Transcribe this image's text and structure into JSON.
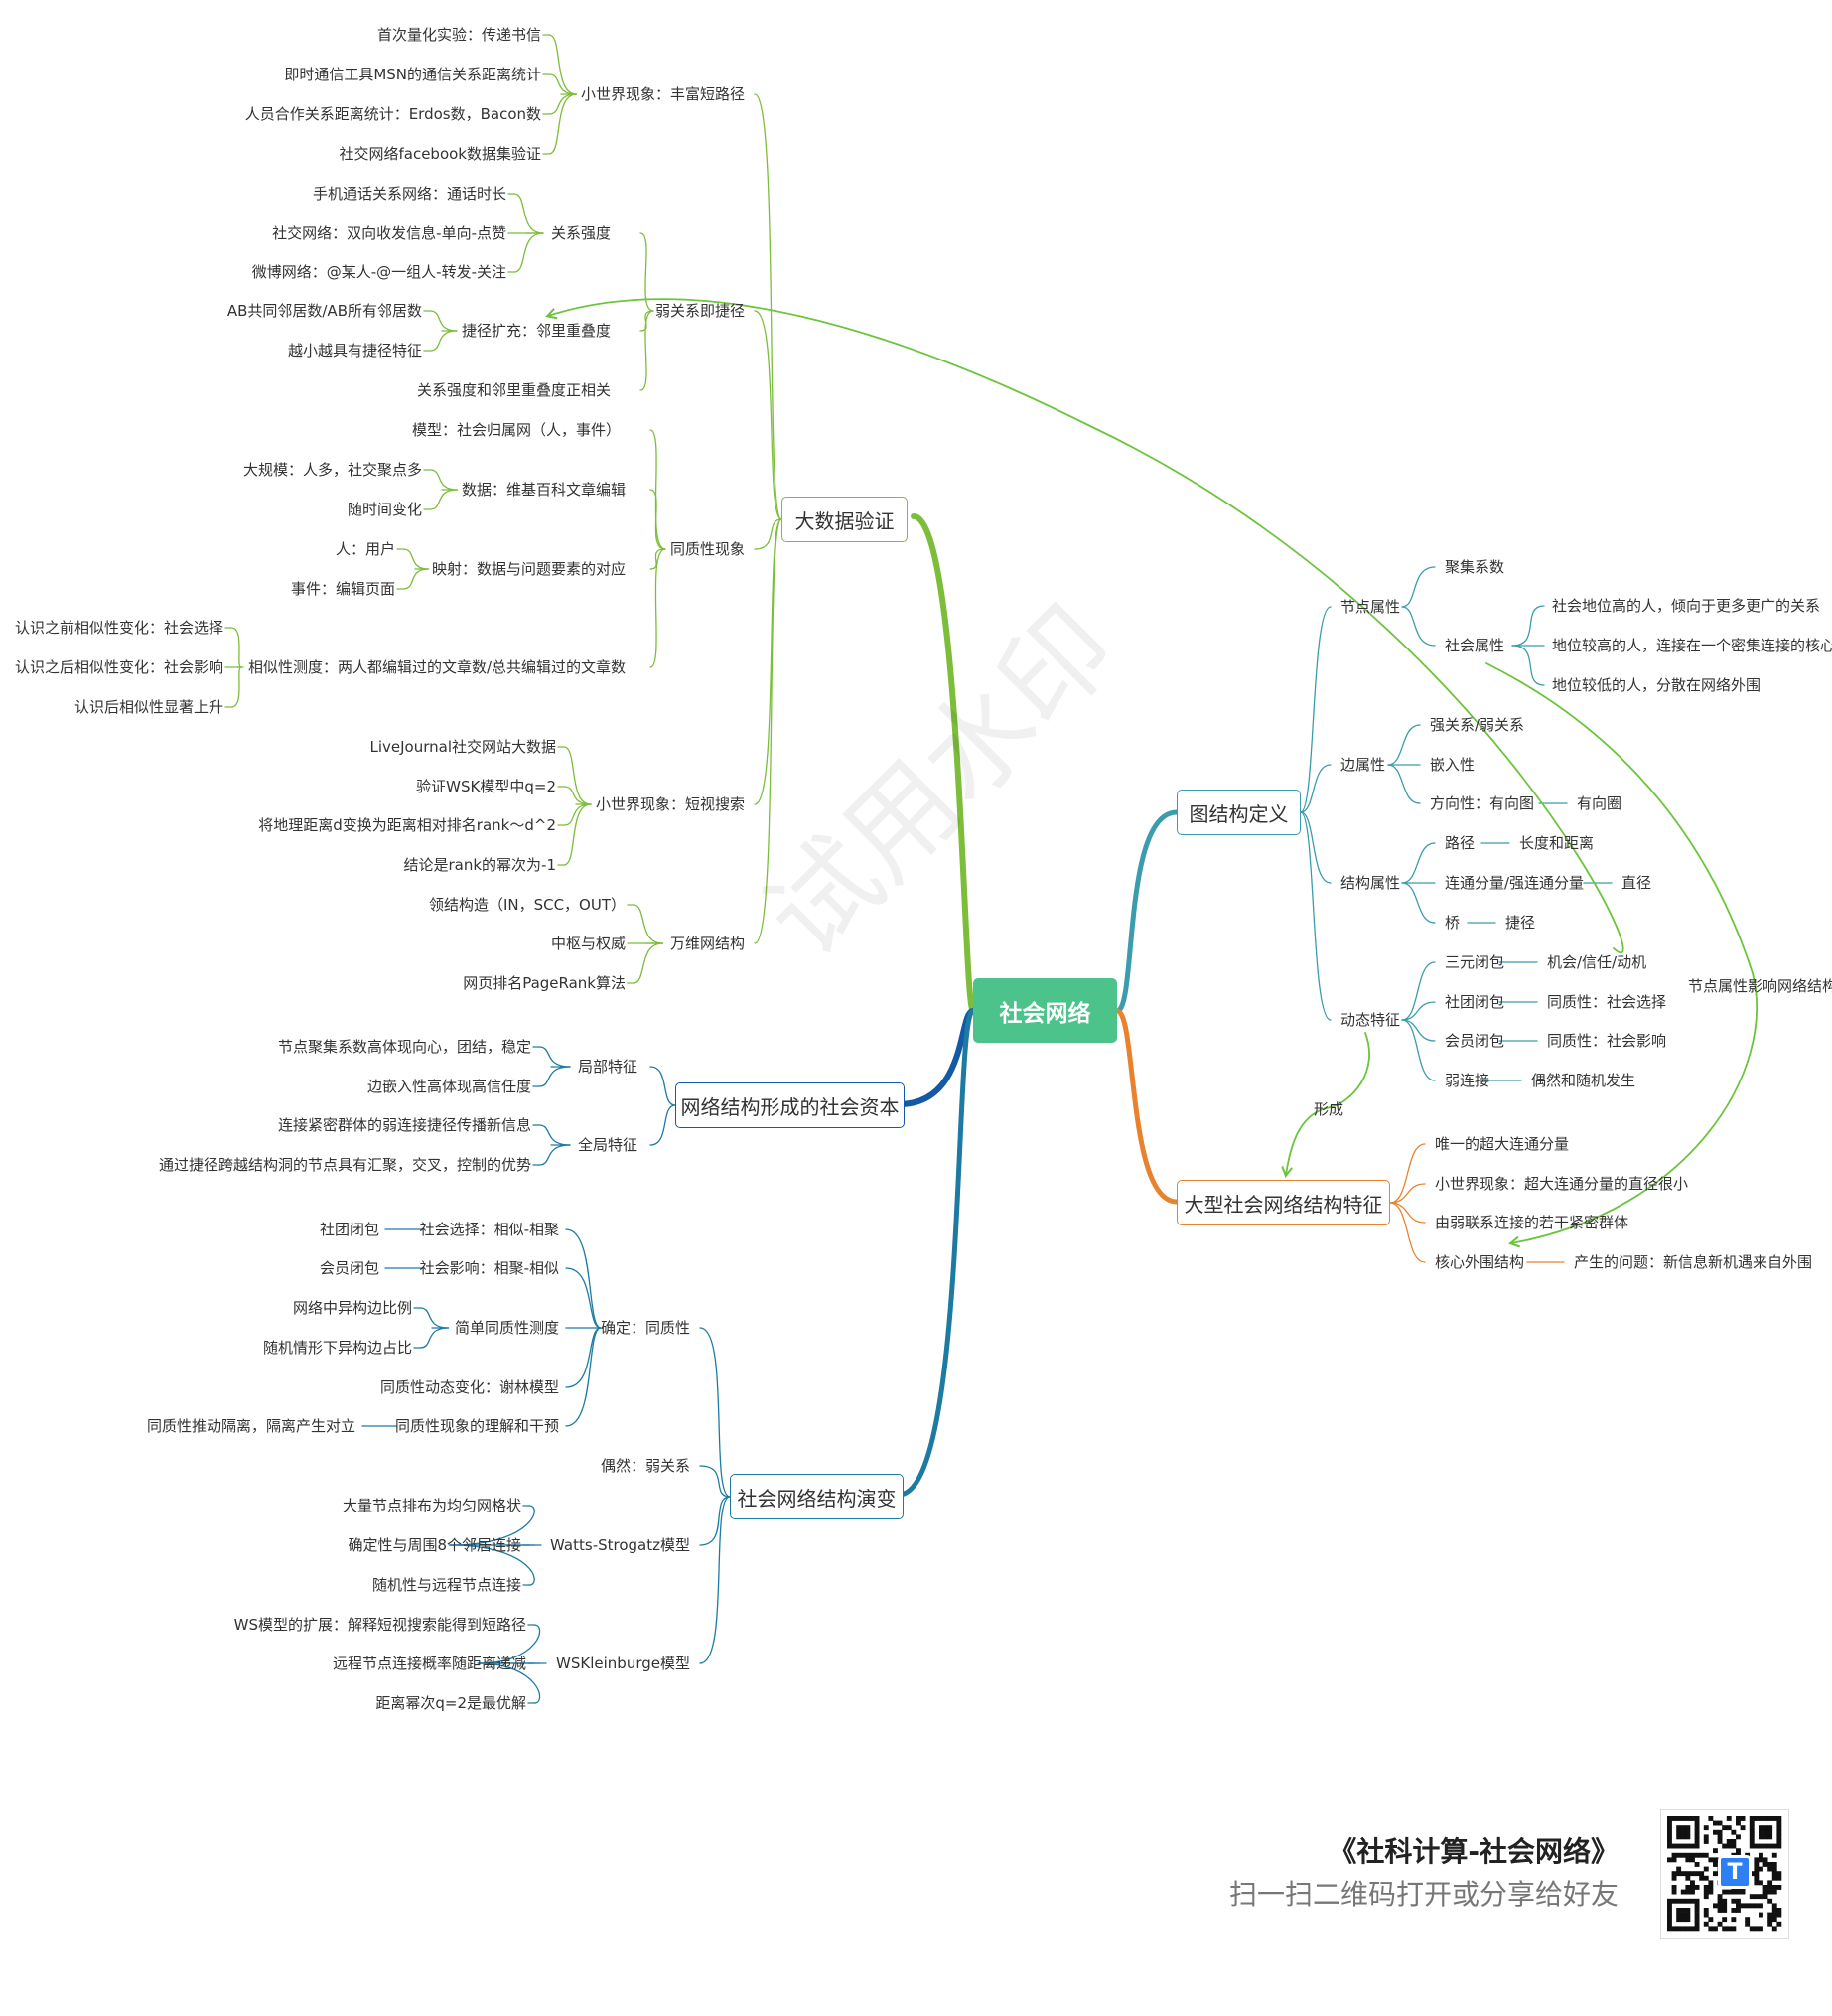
{
  "root": "社会网络",
  "watermark": "试用水印",
  "colors": {
    "green": "#7cbd3a",
    "teal": "#3a9cac",
    "orange": "#e8822c",
    "blue": "#1359a6",
    "blue2": "#1d7ba3",
    "arrow": "#6cc43c"
  },
  "branches": {
    "bigdata": {
      "label": "大数据验证",
      "small_world_rich": {
        "label": "小世界现象：丰富短路径",
        "items": [
          "首次量化实验：传递书信",
          "即时通信工具MSN的通信关系距离统计",
          "人员合作关系距离统计：Erdos数，Bacon数",
          "社交网络facebook数据集验证"
        ]
      },
      "weak_ties": {
        "label": "弱关系即捷径",
        "strength": {
          "label": "关系强度",
          "items": [
            "手机通话关系网络：通话时长",
            "社交网络：双向收发信息-单向-点赞",
            "微博网络：@某人-@一组人-转发-关注"
          ]
        },
        "shortcut": {
          "label": "捷径扩充：邻里重叠度",
          "items": [
            "AB共同邻居数/AB所有邻居数",
            "越小越具有捷径特征"
          ]
        },
        "correlation": "关系强度和邻里重叠度正相关"
      },
      "homophily": {
        "label": "同质性现象",
        "model": "模型：社会归属网（人，事件）",
        "data": {
          "label": "数据：维基百科文章编辑",
          "items": [
            "大规模：人多，社交聚点多",
            "随时间变化"
          ]
        },
        "mapping": {
          "label": "映射：数据与问题要素的对应",
          "items": [
            "人：用户",
            "事件：编辑页面"
          ]
        },
        "similarity": {
          "label": "相似性测度：两人都编辑过的文章数/总共编辑过的文章数",
          "items": [
            "认识之前相似性变化：社会选择",
            "认识之后相似性变化：社会影响",
            "认识后相似性显著上升"
          ]
        }
      },
      "small_world_search": {
        "label": "小世界现象：短视搜索",
        "items": [
          "LiveJournal社交网站大数据",
          "验证WSK模型中q=2",
          "将地理距离d变换为距离相对排名rank～d^2",
          "结论是rank的幂次为-1"
        ]
      },
      "web": {
        "label": "万维网结构",
        "items": [
          "领结构造（IN，SCC，OUT）",
          "中枢与权威",
          "网页排名PageRank算法"
        ]
      }
    },
    "capital": {
      "label": "网络结构形成的社会资本",
      "local": {
        "label": "局部特征",
        "items": [
          "节点聚集系数高体现向心，团结，稳定",
          "边嵌入性高体现高信任度"
        ]
      },
      "global": {
        "label": "全局特征",
        "items": [
          "连接紧密群体的弱连接捷径传播新信息",
          "通过捷径跨越结构洞的节点具有汇聚，交叉，控制的优势"
        ]
      }
    },
    "evolution": {
      "label": "社会网络结构演变",
      "deterministic": {
        "label": "确定：同质性",
        "social_selection": {
          "label": "社会选择：相似-相聚",
          "leaf": "社团闭包"
        },
        "social_influence": {
          "label": "社会影响：相聚-相似",
          "leaf": "会员闭包"
        },
        "simple_measure": {
          "label": "简单同质性测度",
          "items": [
            "网络中异构边比例",
            "随机情形下异构边占比"
          ]
        },
        "dynamic": "同质性动态变化：谢林模型",
        "intervention": {
          "label": "同质性现象的理解和干预",
          "leaf": "同质性推动隔离，隔离产生对立"
        }
      },
      "chance": "偶然：弱关系",
      "ws": {
        "label": "Watts-Strogatz模型",
        "items": [
          "大量节点排布为均匀网格状",
          "确定性与周围8个邻居连接",
          "随机性与远程节点连接"
        ]
      },
      "wsk": {
        "label": "WSKleinburge模型",
        "items": [
          "WS模型的扩展：解释短视搜索能得到短路径",
          "远程节点连接概率随距离递减",
          "距离幂次q=2是最优解"
        ]
      }
    },
    "graph": {
      "label": "图结构定义",
      "node": {
        "label": "节点属性",
        "clustering": "聚集系数",
        "social": {
          "label": "社会属性",
          "items": [
            "社会地位高的人，倾向于更多更广的关系",
            "地位较高的人，连接在一个密集连接的核心",
            "地位较低的人，分散在网络外围"
          ]
        }
      },
      "edge": {
        "label": "边属性",
        "items": [
          "强关系/弱关系",
          "嵌入性"
        ],
        "direction": {
          "label": "方向性：有向图",
          "leaf": "有向圈"
        }
      },
      "structure": {
        "label": "结构属性",
        "rows": [
          {
            "label": "路径",
            "leaf": "长度和距离"
          },
          {
            "label": "连通分量/强连通分量",
            "leaf": "直径"
          },
          {
            "label": "桥",
            "leaf": "捷径"
          }
        ]
      },
      "dynamic": {
        "label": "动态特征",
        "rows": [
          {
            "label": "三元闭包",
            "leaf": "机会/信任/动机"
          },
          {
            "label": "社团闭包",
            "leaf": "同质性：社会选择"
          },
          {
            "label": "会员闭包",
            "leaf": "同质性：社会影响"
          },
          {
            "label": "弱连接",
            "leaf": "偶然和随机发生"
          }
        ]
      }
    },
    "large": {
      "label": "大型社会网络结构特征",
      "items": [
        "唯一的超大连通分量",
        "小世界现象：超大连通分量的直径很小",
        "由弱联系连接的若干紧密群体"
      ],
      "core": {
        "label": "核心外围结构",
        "leaf": "产生的问题：新信息新机遇来自外围"
      }
    }
  },
  "relations": {
    "formed": "形成",
    "node_attr_affects": "节点属性影响网络结构"
  },
  "footer": {
    "title": "《社科计算-社会网络》",
    "subtitle": "扫一扫二维码打开或分享给好友"
  }
}
